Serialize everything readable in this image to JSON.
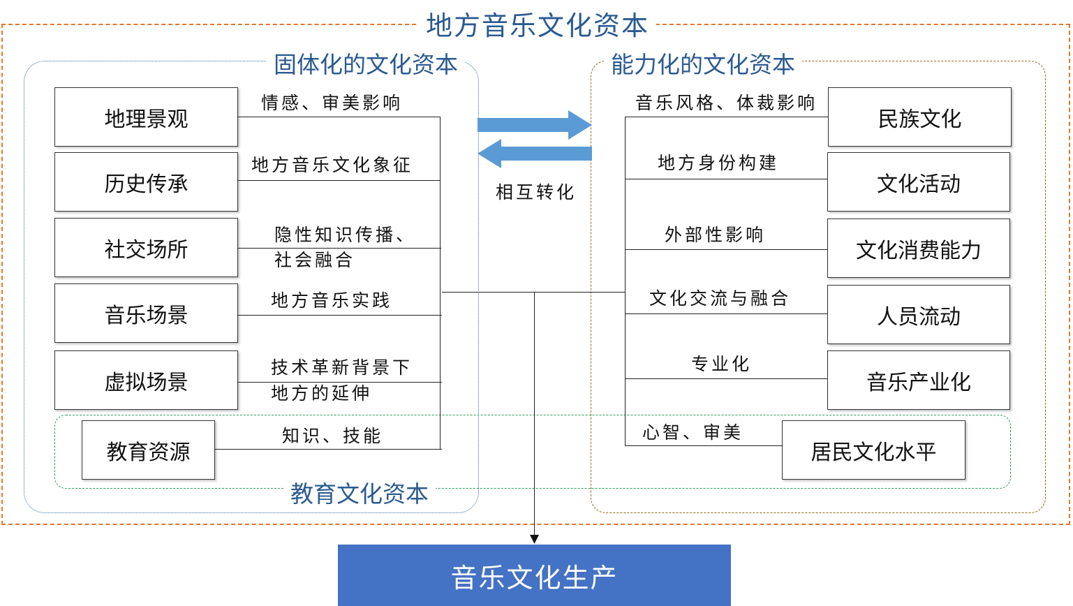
{
  "title": "地方音乐文化资本",
  "groups": {
    "embodied": "固体化的文化资本",
    "ability": "能力化的文化资本",
    "education": "教育文化资本"
  },
  "left_boxes": [
    "地理景观",
    "历史传承",
    "社交场所",
    "音乐场景",
    "虚拟场景",
    "教育资源"
  ],
  "left_labels": [
    "情感、审美影响",
    "地方音乐文化象征",
    "隐性知识传播、",
    "社会融合",
    "地方音乐实践",
    "技术革新背景下",
    "地方的延伸",
    "知识、技能"
  ],
  "right_boxes": [
    "民族文化",
    "文化活动",
    "文化消费能力",
    "人员流动",
    "音乐产业化",
    "居民文化水平"
  ],
  "right_labels": [
    "音乐风格、体裁影响",
    "地方身份构建",
    "外部性影响",
    "文化交流与融合",
    "专业化",
    "心智、审美"
  ],
  "center_label": "相互转化",
  "output": "音乐文化生产",
  "colors": {
    "outer": "#e8742c",
    "left_group": "#3b6fa3",
    "right_group": "#8a6a14",
    "edu_group": "#2e9a57",
    "arrow": "#5b9bd5",
    "output_bg": "#4472c4",
    "heading_text": "#2a5a91"
  }
}
